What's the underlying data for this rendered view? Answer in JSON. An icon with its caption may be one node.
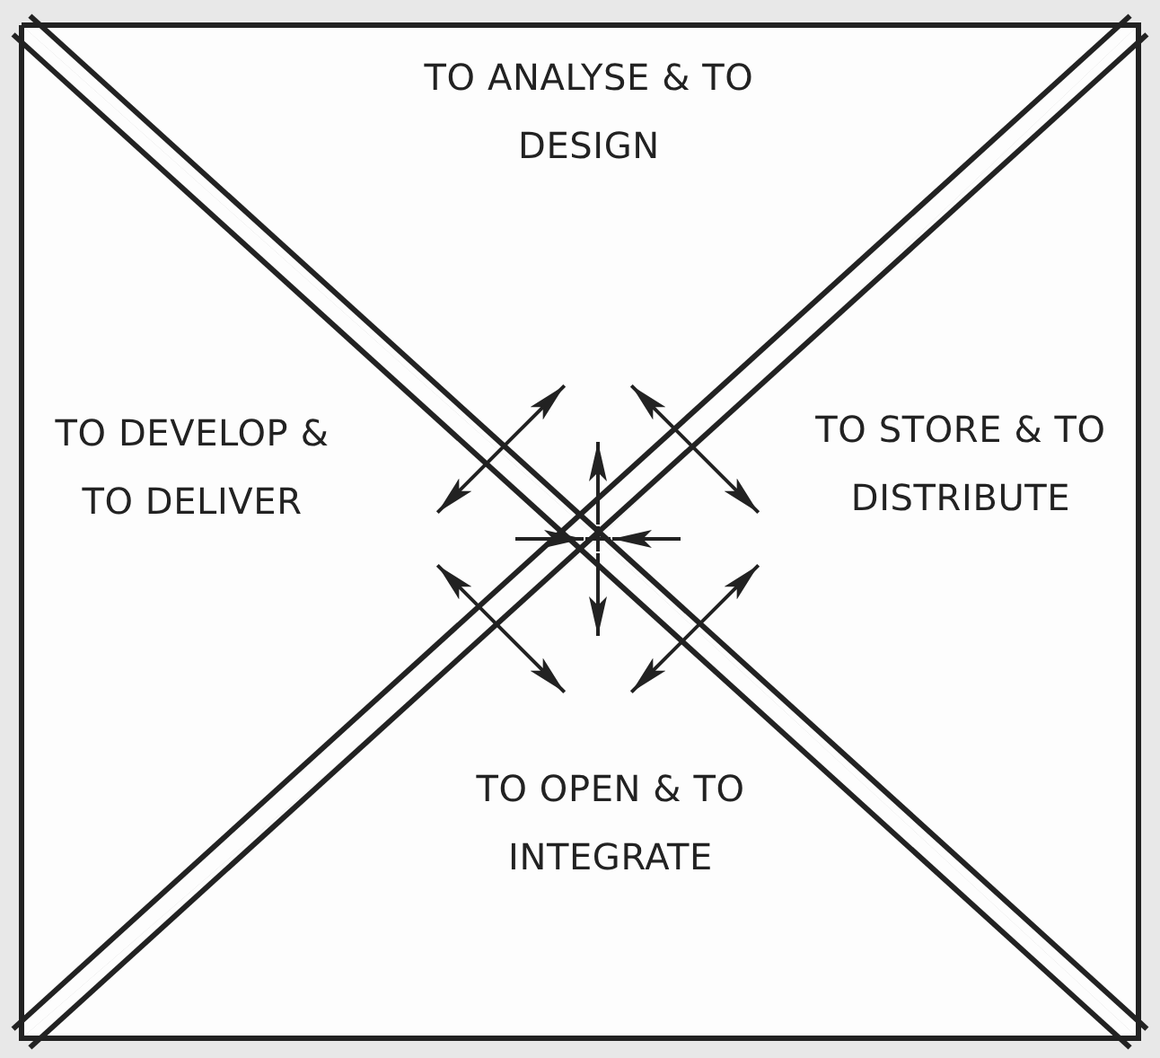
{
  "diagram": {
    "nodes": [
      {
        "text": [
          "TO ANALYSE & TO DESIGN"
        ]
      },
      {
        "text": [
          "TO DEVELOP & TO DELIVER"
        ]
      },
      {
        "text": [
          "TO STORE & TO DISTRIBUTE"
        ]
      },
      {
        "text": [
          "TO OPEN & TO INTEGRATE"
        ]
      },
      {
        "text": [],
        "shape": "cross"
      }
    ],
    "edges": [
      {
        "from": 0,
        "to": 1,
        "arrow": "both"
      },
      {
        "from": 0,
        "to": 2,
        "arrow": "both"
      },
      {
        "from": 1,
        "to": 3,
        "arrow": "both"
      },
      {
        "from": 2,
        "to": 3,
        "arrow": "both"
      },
      {
        "from": 1,
        "to": 4,
        "arrow": "to"
      },
      {
        "from": 2,
        "to": 4,
        "arrow": "to"
      },
      {
        "from": 4,
        "to": 0,
        "arrow": "to"
      },
      {
        "from": 4,
        "to": 3,
        "arrow": "to"
      }
    ]
  }
}
